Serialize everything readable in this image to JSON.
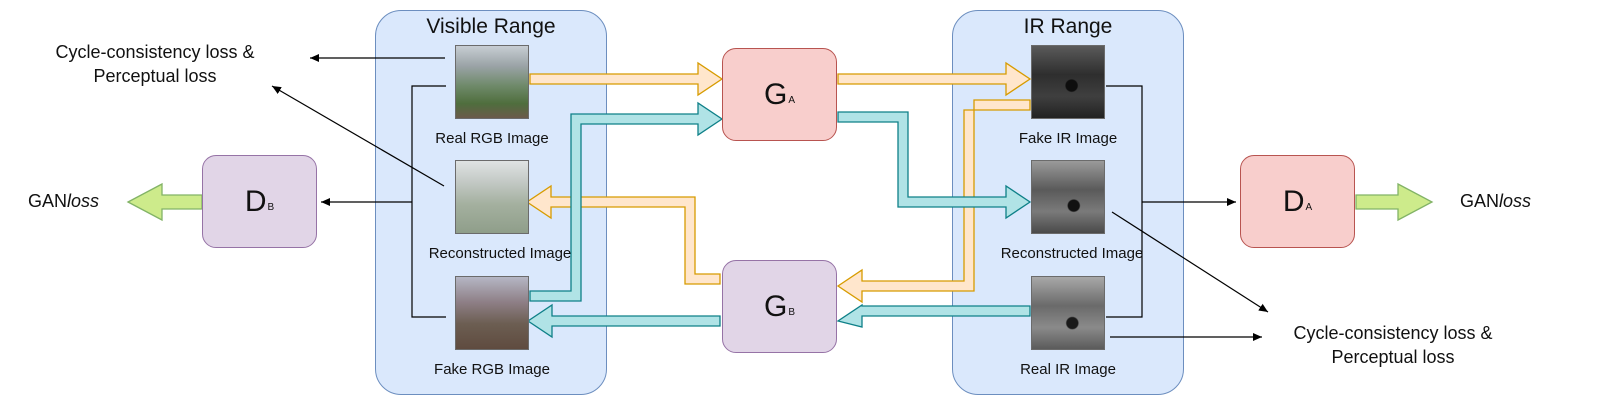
{
  "visible_panel": {
    "title": "Visible Range"
  },
  "ir_panel": {
    "title": "IR Range"
  },
  "captions": {
    "real_rgb": "Real RGB Image",
    "reconstructed_rgb": "Reconstructed Image",
    "fake_rgb": "Fake RGB Image",
    "fake_ir": "Fake IR Image",
    "reconstructed_ir": "Reconstructed Image",
    "real_ir": "Real IR Image"
  },
  "nodes": {
    "ga": {
      "main": "G",
      "sub": "A"
    },
    "gb": {
      "main": "G",
      "sub": "B"
    },
    "da": {
      "main": "D",
      "sub": "A"
    },
    "db": {
      "main": "D",
      "sub": "B"
    }
  },
  "left_loss": {
    "line1": "Cycle-consistency loss &",
    "line2": "Perceptual loss"
  },
  "right_loss": {
    "line1": "Cycle-consistency loss &",
    "line2": "Perceptual loss"
  },
  "gan_left": {
    "main": "GAN",
    "italic": "loss"
  },
  "gan_right": {
    "main": "GAN",
    "italic": "loss"
  },
  "colors": {
    "panel_fill": "#dae8fc",
    "panel_border": "#6c8ebf",
    "generator_a_fill": "#f8cecc",
    "generator_b_fill": "#e1d5e7",
    "forward_arrow": "#ffe6cc",
    "backward_arrow": "#b0e3e6",
    "gan_arrow": "#cdeb8b"
  }
}
